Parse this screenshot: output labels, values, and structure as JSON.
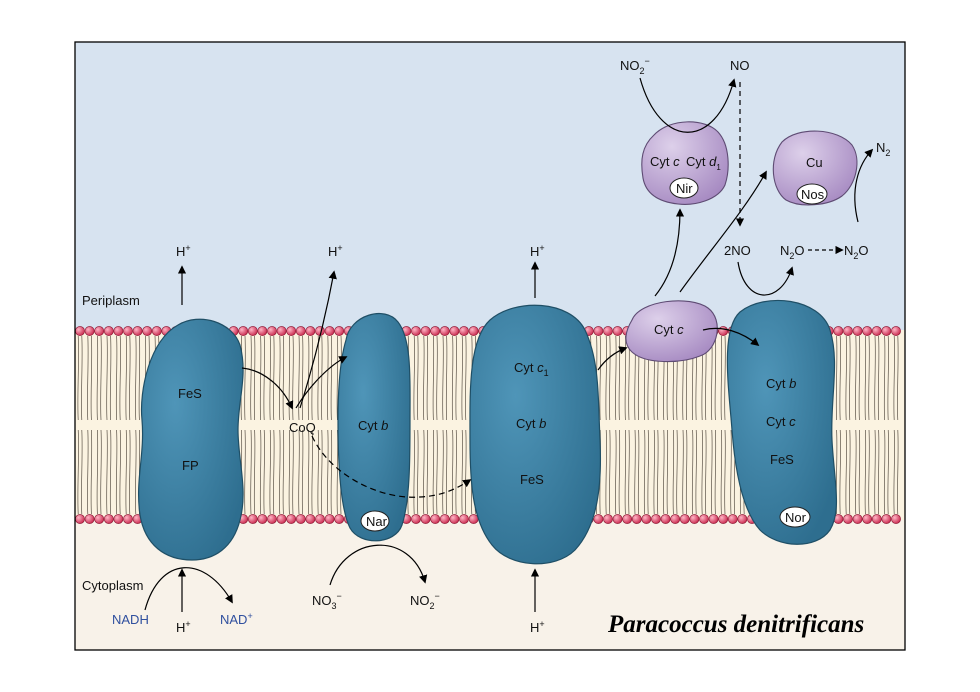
{
  "labels": {
    "periplasm": "Periplasm",
    "cytoplasm": "Cytoplasm",
    "title": "Paracoccus denitrificans",
    "nadh": "NADH",
    "nad": "NAD",
    "nad_sup": "+",
    "h": "H",
    "h_sup": "+",
    "coq": "CoQ",
    "fes": "FeS",
    "fp": "FP",
    "cyt": "Cyt",
    "b": "b",
    "c": "c",
    "d": "d",
    "sub1": "1",
    "nar": "Nar",
    "nir": "Nir",
    "nos": "Nos",
    "nor": "Nor",
    "cu": "Cu",
    "no3": "NO",
    "no3_sub": "3",
    "no2": "NO",
    "no2_sub": "2",
    "minus": "−",
    "no": "NO",
    "two_no": "2NO",
    "n2o": "N",
    "n2o_sub": "2",
    "n2o_o": "O",
    "n2": "N",
    "n2_sub": "2"
  },
  "colors": {
    "periplasm": "#d7e3f0",
    "cytoplasm": "#f8f2e9",
    "membrane_core": "#fbf3e1",
    "lipid_head": "#d8345a",
    "protein": "#3a7fa2",
    "protein_edge": "#1f4f66",
    "purple_protein": "#b39ac9",
    "nadh_text": "#2f4f9e"
  }
}
